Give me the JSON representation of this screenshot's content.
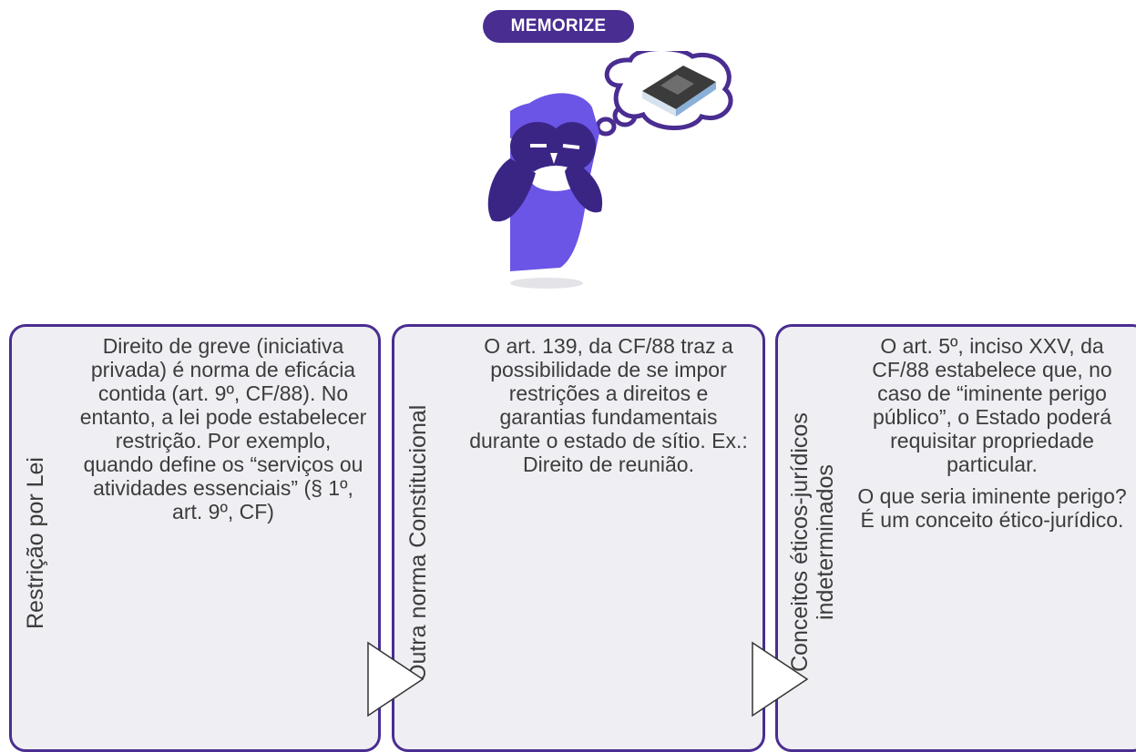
{
  "badge": {
    "label": "MEMORIZE"
  },
  "mascot": {
    "icon": "owl-thinking-icon",
    "thought_icon": "book-icon"
  },
  "colors": {
    "accent": "#4a2d91",
    "owl": "#6a55e6",
    "card_bg": "#efeff3",
    "text": "#3c3c3c"
  },
  "cards": [
    {
      "side_label": "Restrição por Lei",
      "paragraphs": [
        "Direito de greve (iniciativa privada) é norma de eficácia contida (art. 9º, CF/88). No entanto, a lei pode estabelecer restrição. Por exemplo, quando define os “serviços ou atividades essenciais” (§ 1º, art. 9º, CF)"
      ]
    },
    {
      "side_label": "Outra norma Constitucional",
      "paragraphs": [
        "O art. 139, da CF/88 traz a possibilidade de se impor restrições a direitos e garantias fundamentais durante o estado de sítio.  Ex.: Direito de reunião."
      ]
    },
    {
      "side_label": "Conceitos éticos-jurídicos indeterminados",
      "paragraphs": [
        "O art. 5º, inciso XXV, da CF/88 estabelece que, no caso de “iminente perigo público”, o Estado poderá requisitar propriedade particular.",
        "O que seria iminente perigo? É um conceito ético-jurídico."
      ]
    }
  ]
}
